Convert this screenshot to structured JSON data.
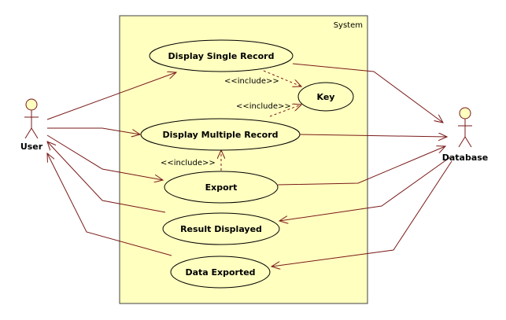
{
  "colors": {
    "system_fill": "#ffffc0",
    "system_stroke": "#404040",
    "usecase_fill": "#ffffc0",
    "usecase_stroke": "#000000",
    "association": "#7a1a1a",
    "include": "#7a1a1a",
    "actor_fill": "#ffffc0",
    "actor_stroke": "#7a1a1a"
  },
  "system": {
    "label": "System"
  },
  "actors": {
    "user": "User",
    "database": "Database"
  },
  "use_cases": {
    "display_single_record": "Display Single Record",
    "key": "Key",
    "display_multiple_record": "Display Multiple Record",
    "export": "Export",
    "result_displayed": "Result Displayed",
    "data_exported": "Data Exported"
  },
  "relations": {
    "include_label": "<<include>>"
  }
}
